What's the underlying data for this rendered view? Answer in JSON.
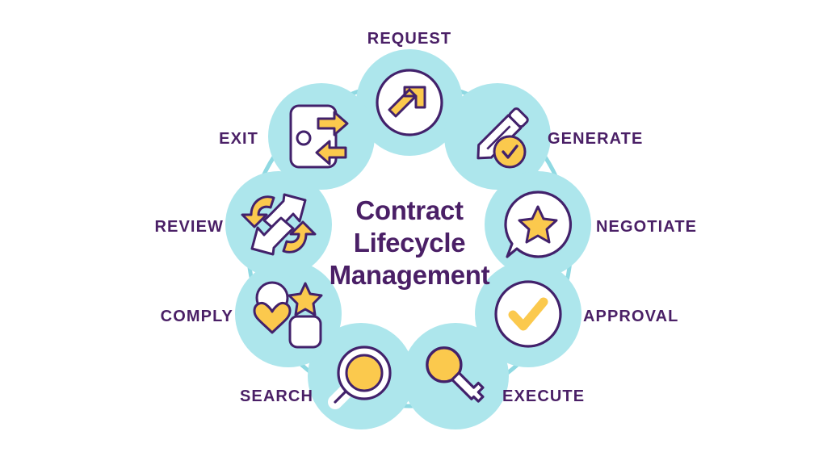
{
  "diagram": {
    "type": "cycle-diagram",
    "title_lines": [
      "Contract",
      "Lifecycle",
      "Management"
    ],
    "colors": {
      "circle_fill": "#ADE6EC",
      "accent_yellow": "#FBC94D",
      "outline_purple": "#42216B",
      "label_purple": "#4A1F66",
      "icon_white": "#FFFFFF",
      "connector": "#8FD9E2",
      "background": "#FFFFFF"
    },
    "node_count": 9,
    "nodes": [
      {
        "id": "request",
        "label": "REQUEST",
        "icon": "arrow-up-right-circle-icon",
        "order": 1,
        "label_position": "top"
      },
      {
        "id": "generate",
        "label": "GENERATE",
        "icon": "pencil-check-icon",
        "order": 2,
        "label_position": "right"
      },
      {
        "id": "negotiate",
        "label": "NEGOTIATE",
        "icon": "speech-bubble-star-icon",
        "order": 3,
        "label_position": "right"
      },
      {
        "id": "approval",
        "label": "APPROVAL",
        "icon": "check-circle-icon",
        "order": 4,
        "label_position": "right"
      },
      {
        "id": "execute",
        "label": "EXECUTE",
        "icon": "key-icon",
        "order": 5,
        "label_position": "bottom-right"
      },
      {
        "id": "search",
        "label": "SEARCH",
        "icon": "magnifying-glass-icon",
        "order": 6,
        "label_position": "bottom-left"
      },
      {
        "id": "comply",
        "label": "COMPLY",
        "icon": "shapes-grid-icon",
        "order": 7,
        "label_position": "left"
      },
      {
        "id": "review",
        "label": "REVIEW",
        "icon": "refresh-arrows-icon",
        "order": 8,
        "label_position": "left"
      },
      {
        "id": "exit",
        "label": "EXIT",
        "icon": "door-exit-arrows-icon",
        "order": 9,
        "label_position": "left"
      }
    ]
  }
}
